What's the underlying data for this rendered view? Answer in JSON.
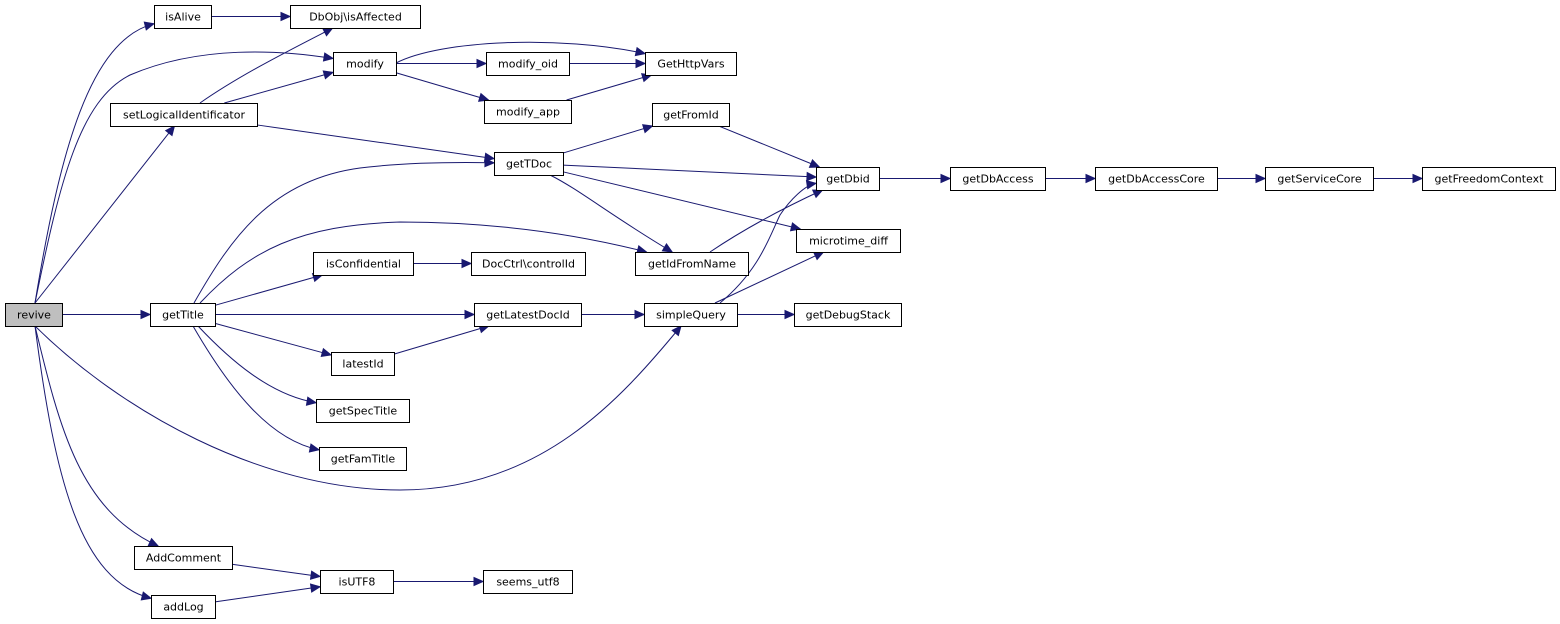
{
  "graph": {
    "edge_color": "#191970",
    "root_fill": "#bfbfbf",
    "nodes": [
      {
        "id": "revive",
        "label": "revive",
        "root": true
      },
      {
        "id": "isAlive",
        "label": "isAlive"
      },
      {
        "id": "isAffected",
        "label": "DbObj\\isAffected"
      },
      {
        "id": "modify",
        "label": "modify"
      },
      {
        "id": "modify_oid",
        "label": "modify_oid"
      },
      {
        "id": "GetHttpVars",
        "label": "GetHttpVars"
      },
      {
        "id": "setLogicalIdentificator",
        "label": "setLogicalIdentificator"
      },
      {
        "id": "modify_app",
        "label": "modify_app"
      },
      {
        "id": "getFromId",
        "label": "getFromId"
      },
      {
        "id": "getTDoc",
        "label": "getTDoc"
      },
      {
        "id": "getDbid",
        "label": "getDbid"
      },
      {
        "id": "getDbAccess",
        "label": "getDbAccess"
      },
      {
        "id": "getDbAccessCore",
        "label": "getDbAccessCore"
      },
      {
        "id": "getServiceCore",
        "label": "getServiceCore"
      },
      {
        "id": "getFreedomContext",
        "label": "getFreedomContext"
      },
      {
        "id": "microtime_diff",
        "label": "microtime_diff"
      },
      {
        "id": "isConfidential",
        "label": "isConfidential"
      },
      {
        "id": "controlId",
        "label": "DocCtrl\\controlId"
      },
      {
        "id": "getIdFromName",
        "label": "getIdFromName"
      },
      {
        "id": "getTitle",
        "label": "getTitle"
      },
      {
        "id": "getLatestDocId",
        "label": "getLatestDocId"
      },
      {
        "id": "simpleQuery",
        "label": "simpleQuery"
      },
      {
        "id": "getDebugStack",
        "label": "getDebugStack"
      },
      {
        "id": "latestId",
        "label": "latestId"
      },
      {
        "id": "getSpecTitle",
        "label": "getSpecTitle"
      },
      {
        "id": "getFamTitle",
        "label": "getFamTitle"
      },
      {
        "id": "AddComment",
        "label": "AddComment"
      },
      {
        "id": "isUTF8",
        "label": "isUTF8"
      },
      {
        "id": "seems_utf8",
        "label": "seems_utf8"
      },
      {
        "id": "addLog",
        "label": "addLog"
      }
    ],
    "edges": [
      {
        "from": "revive",
        "to": "isAlive"
      },
      {
        "from": "revive",
        "to": "modify"
      },
      {
        "from": "revive",
        "to": "setLogicalIdentificator"
      },
      {
        "from": "revive",
        "to": "getTitle"
      },
      {
        "from": "revive",
        "to": "simpleQuery"
      },
      {
        "from": "revive",
        "to": "AddComment"
      },
      {
        "from": "revive",
        "to": "addLog"
      },
      {
        "from": "isAlive",
        "to": "isAffected"
      },
      {
        "from": "setLogicalIdentificator",
        "to": "isAffected"
      },
      {
        "from": "setLogicalIdentificator",
        "to": "modify"
      },
      {
        "from": "setLogicalIdentificator",
        "to": "getTDoc"
      },
      {
        "from": "modify",
        "to": "GetHttpVars"
      },
      {
        "from": "modify",
        "to": "modify_oid"
      },
      {
        "from": "modify",
        "to": "modify_app"
      },
      {
        "from": "modify_oid",
        "to": "GetHttpVars"
      },
      {
        "from": "modify_app",
        "to": "GetHttpVars"
      },
      {
        "from": "getTDoc",
        "to": "getFromId"
      },
      {
        "from": "getTDoc",
        "to": "getDbid"
      },
      {
        "from": "getTDoc",
        "to": "microtime_diff"
      },
      {
        "from": "getTDoc",
        "to": "getIdFromName"
      },
      {
        "from": "getFromId",
        "to": "getDbid"
      },
      {
        "from": "getIdFromName",
        "to": "getDbid"
      },
      {
        "from": "getDbid",
        "to": "getDbAccess"
      },
      {
        "from": "getDbAccess",
        "to": "getDbAccessCore"
      },
      {
        "from": "getDbAccessCore",
        "to": "getServiceCore"
      },
      {
        "from": "getServiceCore",
        "to": "getFreedomContext"
      },
      {
        "from": "getTitle",
        "to": "getTDoc"
      },
      {
        "from": "getTitle",
        "to": "getIdFromName"
      },
      {
        "from": "getTitle",
        "to": "isConfidential"
      },
      {
        "from": "getTitle",
        "to": "getLatestDocId"
      },
      {
        "from": "getTitle",
        "to": "latestId"
      },
      {
        "from": "getTitle",
        "to": "getSpecTitle"
      },
      {
        "from": "getTitle",
        "to": "getFamTitle"
      },
      {
        "from": "isConfidential",
        "to": "controlId"
      },
      {
        "from": "latestId",
        "to": "getLatestDocId"
      },
      {
        "from": "getLatestDocId",
        "to": "simpleQuery"
      },
      {
        "from": "simpleQuery",
        "to": "getDebugStack"
      },
      {
        "from": "simpleQuery",
        "to": "microtime_diff"
      },
      {
        "from": "simpleQuery",
        "to": "getDbid"
      },
      {
        "from": "AddComment",
        "to": "isUTF8"
      },
      {
        "from": "addLog",
        "to": "isUTF8"
      },
      {
        "from": "isUTF8",
        "to": "seems_utf8"
      }
    ]
  }
}
